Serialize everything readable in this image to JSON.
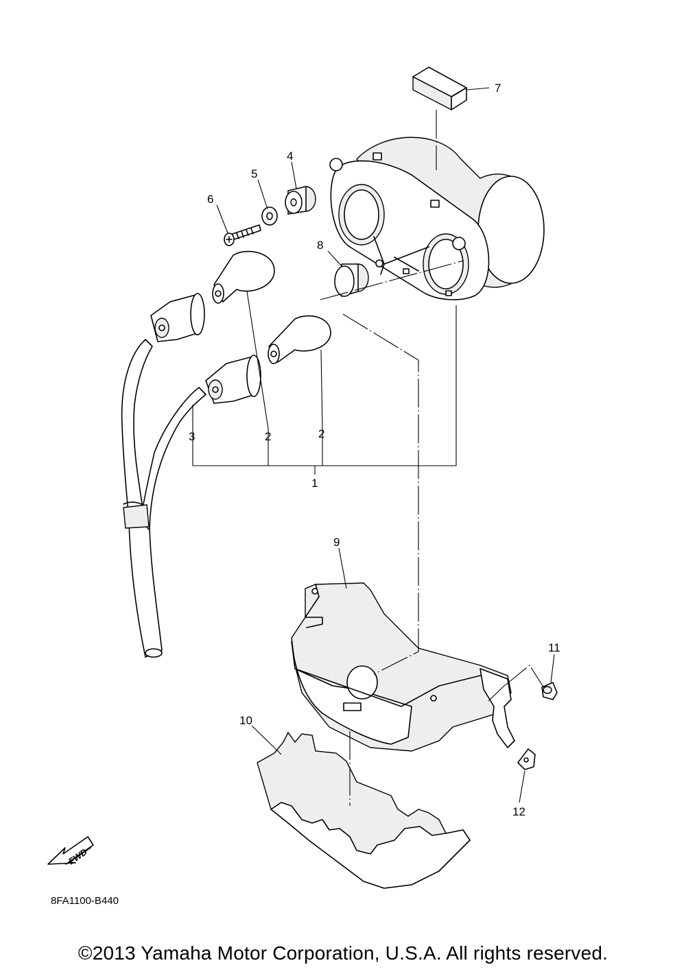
{
  "callouts": {
    "c1": "1",
    "c2a": "2",
    "c2b": "2",
    "c3": "3",
    "c4": "4",
    "c5": "5",
    "c6": "6",
    "c7": "7",
    "c8": "8",
    "c9": "9",
    "c10": "10",
    "c11": "11",
    "c12": "12"
  },
  "direction_badge": "FWD",
  "diagram_code": "8FA1100-B440",
  "copyright": "©2013 Yamaha Motor Corporation, U.S.A. All rights reserved."
}
